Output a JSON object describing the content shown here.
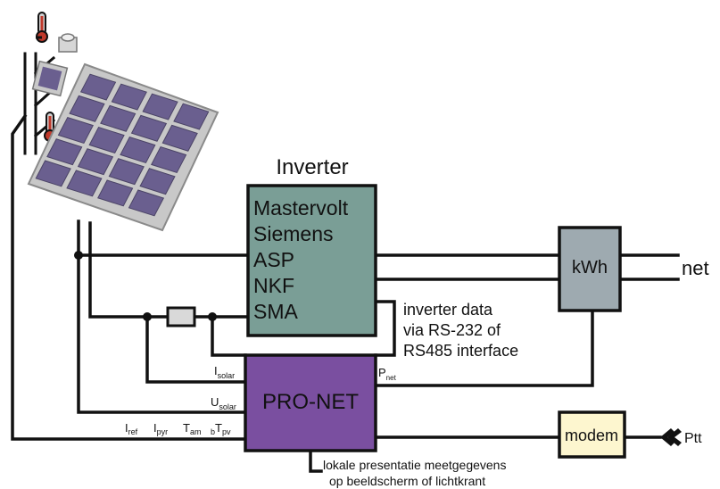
{
  "inverter": {
    "title": "Inverter",
    "brands": [
      "Mastervolt",
      "Siemens",
      "ASP",
      "NKF",
      "SMA"
    ]
  },
  "meter": {
    "label": "kWh"
  },
  "grid": {
    "label": "net"
  },
  "pronet": {
    "label": "PRO-NET",
    "inputs": {
      "i_solar": {
        "main": "I",
        "sub": "solar"
      },
      "u_solar": {
        "main": "U",
        "sub": "solar"
      },
      "p_net": {
        "main": "P",
        "sub": "net"
      }
    },
    "sensors": [
      {
        "main": "I",
        "sub": "ref"
      },
      {
        "main": "I",
        "sub": "pyr"
      },
      {
        "main": "T",
        "sub": "am"
      },
      {
        "pre": "b",
        "main": "T",
        "sub": "pv"
      }
    ]
  },
  "comm_note": [
    "inverter data",
    "via RS-232 of",
    "RS485 interface"
  ],
  "modem": {
    "label": "modem"
  },
  "telecom": {
    "label": "Ptt"
  },
  "display_note": [
    "lokale presentatie meetgegevens",
    "op beeldscherm of lichtkrant"
  ],
  "colors": {
    "inverter_fill": "#7a9e96",
    "meter_fill": "#9eaab0",
    "pronet_fill": "#7a4fa0",
    "modem_fill": "#fdf6cf",
    "panel_cell": "#6a5f8f",
    "panel_frame": "#c8c8c8",
    "wire": "#111111"
  }
}
